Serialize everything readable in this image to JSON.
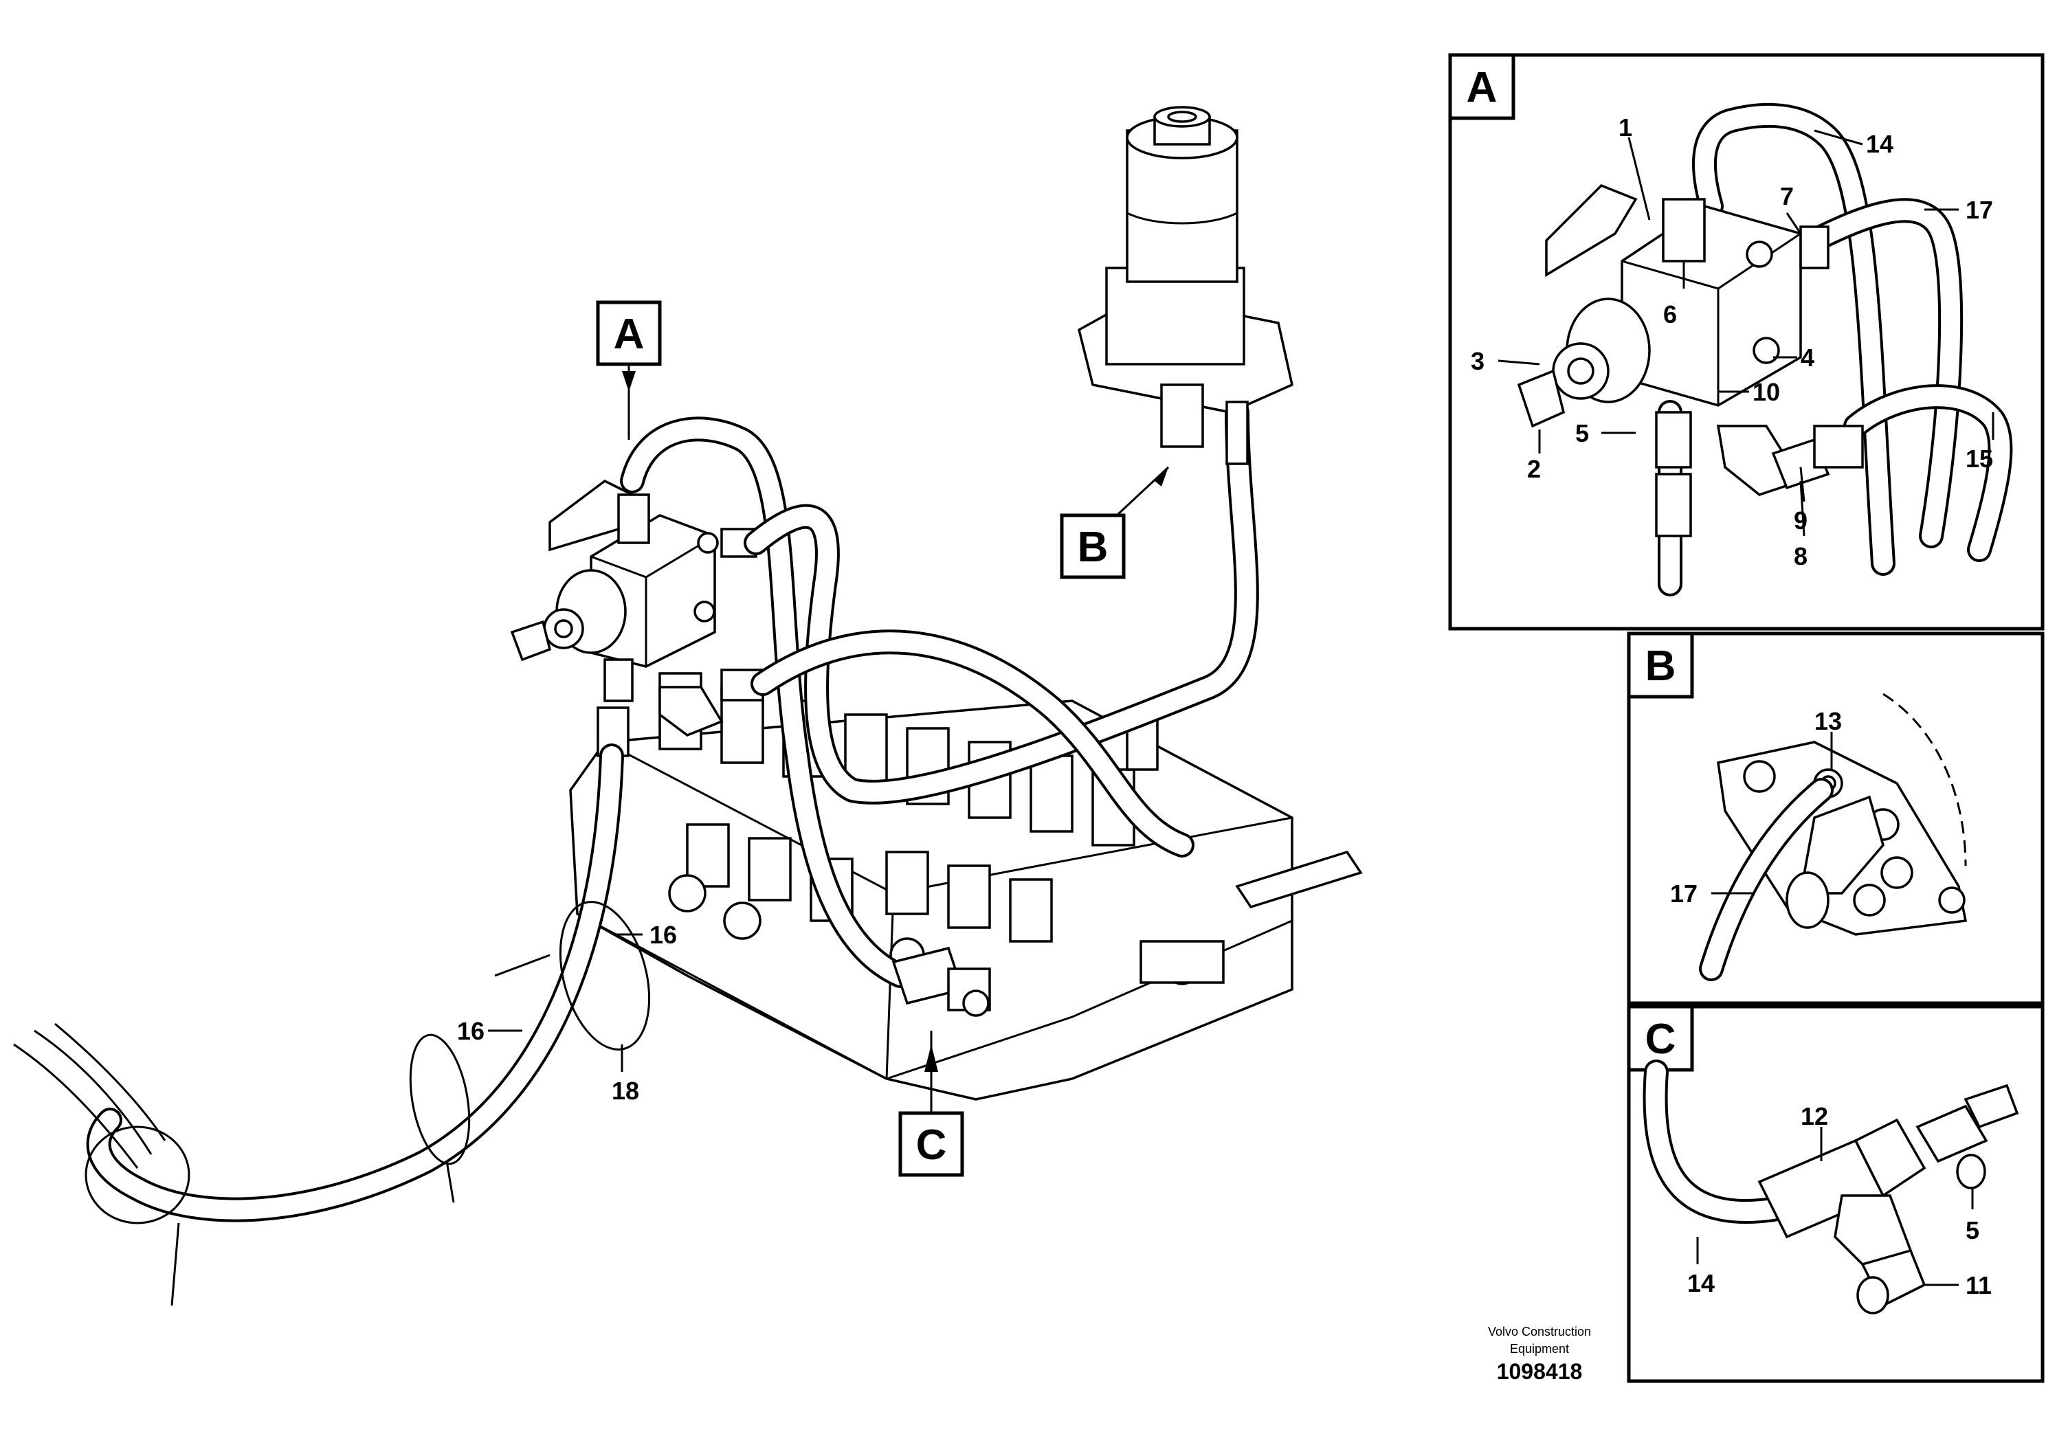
{
  "views": {
    "main": {
      "markers": [
        "A",
        "B",
        "C"
      ],
      "callouts": {
        "c16a": "16",
        "c16b": "16",
        "c18": "18"
      }
    },
    "detail_a": {
      "label": "A",
      "callouts": {
        "c1": "1",
        "c2": "2",
        "c3": "3",
        "c4": "4",
        "c5": "5",
        "c6": "6",
        "c7": "7",
        "c8": "8",
        "c9": "9",
        "c10": "10",
        "c14": "14",
        "c15": "15",
        "c17": "17"
      }
    },
    "detail_b": {
      "label": "B",
      "callouts": {
        "c13": "13",
        "c17": "17"
      }
    },
    "detail_c": {
      "label": "C",
      "callouts": {
        "c12": "12",
        "c5": "5",
        "c14": "14",
        "c11": "11"
      }
    }
  },
  "credit": {
    "line1": "Volvo Construction",
    "line2": "Equipment"
  },
  "drawing_number": "1098418"
}
